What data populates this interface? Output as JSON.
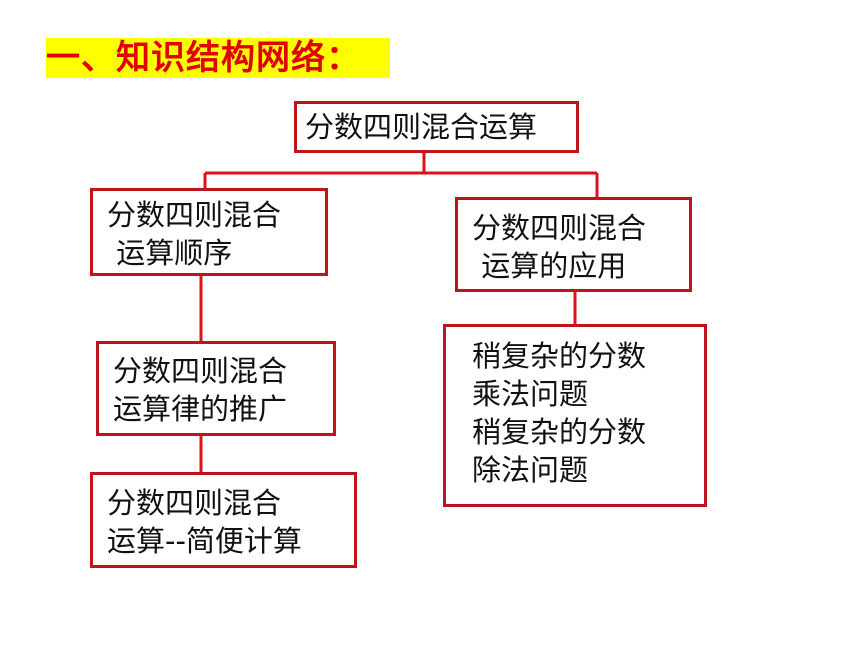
{
  "heading": "一、知识结构网络：",
  "colors": {
    "heading_text": "#e00000",
    "heading_bg": "#ffff00",
    "box_border": "#c0141c",
    "connector": "#e0101a",
    "text": "#111111"
  },
  "diagram": {
    "root": [
      "分数四则混合运算"
    ],
    "order": [
      "分数四则混合",
      " 运算顺序"
    ],
    "application": [
      "分数四则混合",
      " 运算的应用"
    ],
    "laws": [
      "分数四则混合",
      "运算律的推广"
    ],
    "simple_calc": [
      "分数四则混合",
      "运算--简便计算"
    ],
    "word_problems": [
      "稍复杂的分数",
      "乘法问题",
      "稍复杂的分数",
      "除法问题"
    ]
  }
}
